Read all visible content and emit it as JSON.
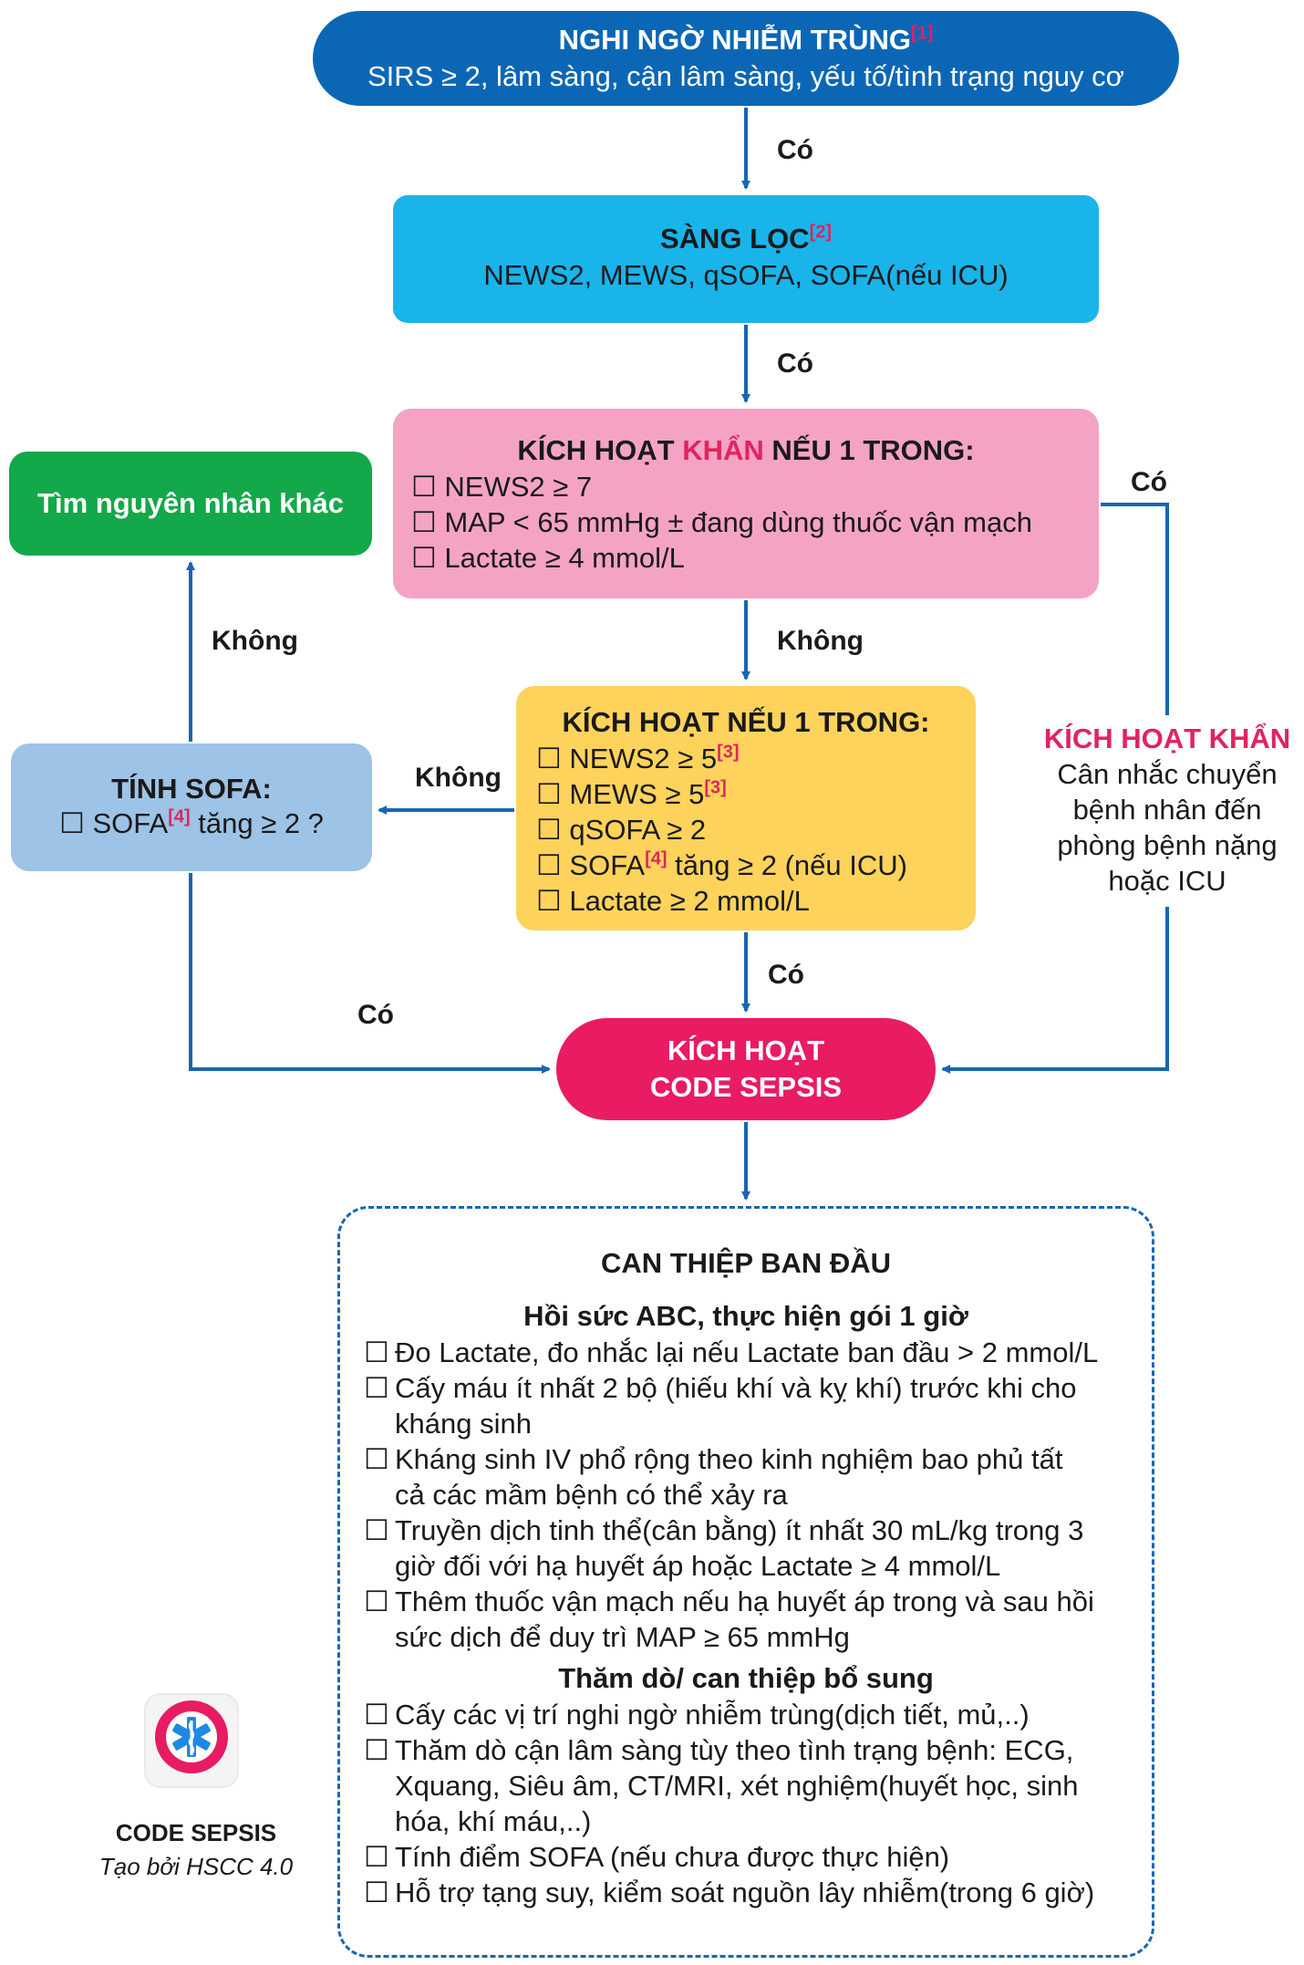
{
  "suspect": {
    "title": "NGHI NGỜ NHIỄM TRÙNG",
    "ref": "[1]",
    "subtitle": "SIRS ≥ 2, lâm sàng, cận lâm sàng, yếu tố/tình trạng nguy cơ"
  },
  "screen": {
    "title": "SÀNG LỌC",
    "ref": "[2]",
    "subtitle": "NEWS2, MEWS, qSOFA, SOFA(nếu ICU)"
  },
  "urgent": {
    "title_pre": "KÍCH HOẠT ",
    "title_hl": "KHẨN",
    "title_post": " NẾU 1 TRONG:",
    "items": [
      "☐ NEWS2 ≥ 7",
      "☐ MAP < 65 mmHg ± đang dùng thuốc vận mạch",
      "☐ Lactate ≥ 4 mmol/L"
    ]
  },
  "other": {
    "label": "Tìm nguyên nhân khác"
  },
  "sofa": {
    "title": "TÍNH SOFA:",
    "item_pre": "☐ SOFA",
    "ref": "[4]",
    "item_post": " tăng ≥ 2 ?"
  },
  "activate": {
    "title": "KÍCH HOẠT NẾU 1 TRONG:",
    "items": [
      {
        "pre": "☐ NEWS2 ≥ 5",
        "ref": "[3]",
        "post": ""
      },
      {
        "pre": "☐ MEWS ≥ 5",
        "ref": "[3]",
        "post": ""
      },
      {
        "pre": "☐ qSOFA ≥ 2",
        "ref": "",
        "post": ""
      },
      {
        "pre": "☐ SOFA",
        "ref": "[4]",
        "post": " tăng  ≥ 2 (nếu ICU)"
      },
      {
        "pre": "☐ Lactate ≥ 2 mmol/L",
        "ref": "",
        "post": ""
      }
    ]
  },
  "side_urgent": {
    "title": "KÍCH HOẠT KHẨN",
    "lines": [
      "Cân nhắc chuyển",
      "bệnh nhân đến",
      "phòng bệnh nặng",
      "hoặc ICU"
    ]
  },
  "code": {
    "line1": "KÍCH HOẠT",
    "line2": "CODE SEPSIS"
  },
  "labels": {
    "yes1": "Có",
    "yes2": "Có",
    "yes_right": "Có",
    "no_down": "Không",
    "no_left": "Không",
    "no_up": "Không",
    "yes_activate": "Có",
    "yes_sofa": "Có"
  },
  "intervene": {
    "title": "CAN THIỆP BAN ĐẦU",
    "sub1": "Hồi sức ABC, thực hiện gói 1 giờ",
    "items1": [
      [
        "Đo Lactate, đo nhắc lại nếu Lactate ban đầu > 2 mmol/L"
      ],
      [
        "Cấy máu ít nhất 2 bộ (hiếu khí và kỵ khí) trước khi cho",
        "kháng sinh"
      ],
      [
        "Kháng sinh IV phổ rộng theo kinh nghiệm bao phủ tất",
        "cả các mầm bệnh có thể xảy ra"
      ],
      [
        "Truyền dịch tinh thể(cân bằng) ít nhất 30 mL/kg trong 3",
        "giờ đối với hạ huyết áp hoặc Lactate ≥ 4 mmol/L"
      ],
      [
        "Thêm thuốc vận mạch nếu hạ huyết áp trong và sau hồi",
        "sức dịch để duy trì MAP ≥ 65 mmHg"
      ]
    ],
    "sub2": "Thăm dò/ can thiệp bổ sung",
    "items2": [
      [
        "Cấy các vị trí nghi ngờ nhiễm trùng(dịch tiết, mủ,..)"
      ],
      [
        "Thăm dò cận lâm sàng tùy theo tình trạng bệnh: ECG,",
        "Xquang, Siêu âm, CT/MRI, xét nghiệm(huyết học, sinh",
        "hóa, khí máu,..)"
      ],
      [
        "Tính điểm SOFA (nếu chưa được thực hiện)"
      ],
      [
        "Hỗ trợ tạng suy, kiểm soát nguồn lây nhiễm(trong 6 giờ)"
      ]
    ],
    "checkbox": "☐"
  },
  "logo": {
    "caption_title": "CODE SEPSIS",
    "caption_sub": "Tạo bởi HSCC 4.0"
  },
  "colors": {
    "line": "#1866b2",
    "suspect": "#0b67b6",
    "screen": "#18b4ea",
    "urgent": "#f5a3c4",
    "other": "#13a84a",
    "sofa": "#9dc3e6",
    "activate": "#fdd35c",
    "code": "#e81b63",
    "highlight": "#e0245e"
  }
}
